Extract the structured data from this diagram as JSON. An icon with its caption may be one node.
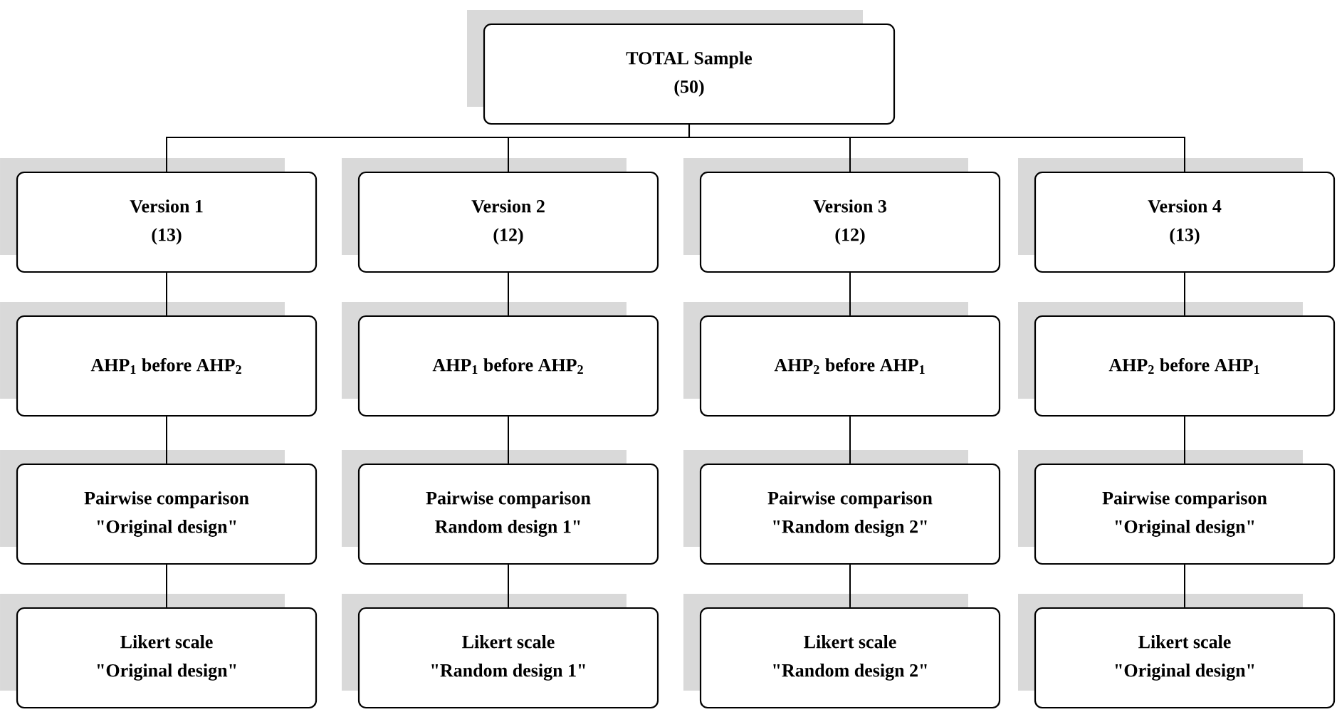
{
  "diagram": {
    "nodes": [
      {
        "text": [
          "TOTAL Sample",
          "(50)"
        ]
      },
      {
        "text": [
          "Version 1",
          "(13)"
        ]
      },
      {
        "text": [
          "Version 2",
          "(12)"
        ]
      },
      {
        "text": [
          "Version 3",
          "(12)"
        ]
      },
      {
        "text": [
          "Version 4",
          "(13)"
        ]
      },
      {
        "text": [
          "AHP$_{1}$ before AHP$_{2}$"
        ]
      },
      {
        "text": [
          "AHP$_{1}$ before AHP$_{2}$"
        ]
      },
      {
        "text": [
          "AHP$_{2}$ before AHP$_{1}$"
        ]
      },
      {
        "text": [
          "AHP$_{2}$ before AHP$_{1}$"
        ]
      },
      {
        "text": [
          "Pairwise comparison",
          "\"Original design\""
        ]
      },
      {
        "text": [
          "Pairwise comparison",
          "Random design 1\""
        ]
      },
      {
        "text": [
          "Pairwise comparison",
          "\"Random design 2\""
        ]
      },
      {
        "text": [
          "Pairwise comparison",
          "\"Original design\""
        ]
      },
      {
        "text": [
          "Likert scale",
          "\"Original design\""
        ]
      },
      {
        "text": [
          "Likert scale",
          "\"Random design 1\""
        ]
      },
      {
        "text": [
          "Likert scale",
          "\"Random design 2\""
        ]
      },
      {
        "text": [
          "Likert scale",
          "\"Original design\""
        ]
      }
    ],
    "edges": [
      {
        "from": 0,
        "to": 1,
        "arrow": "none"
      },
      {
        "from": 0,
        "to": 2,
        "arrow": "none"
      },
      {
        "from": 0,
        "to": 3,
        "arrow": "none"
      },
      {
        "from": 0,
        "to": 4,
        "arrow": "none"
      },
      {
        "from": 1,
        "to": 5,
        "arrow": "none"
      },
      {
        "from": 2,
        "to": 6,
        "arrow": "none"
      },
      {
        "from": 3,
        "to": 7,
        "arrow": "none"
      },
      {
        "from": 4,
        "to": 8,
        "arrow": "none"
      },
      {
        "from": 5,
        "to": 9,
        "arrow": "none"
      },
      {
        "from": 6,
        "to": 10,
        "arrow": "none"
      },
      {
        "from": 7,
        "to": 11,
        "arrow": "none"
      },
      {
        "from": 8,
        "to": 12,
        "arrow": "none"
      },
      {
        "from": 9,
        "to": 13,
        "arrow": "none"
      },
      {
        "from": 10,
        "to": 14,
        "arrow": "none"
      },
      {
        "from": 11,
        "to": 15,
        "arrow": "none"
      },
      {
        "from": 12,
        "to": 16,
        "arrow": "none"
      }
    ]
  }
}
